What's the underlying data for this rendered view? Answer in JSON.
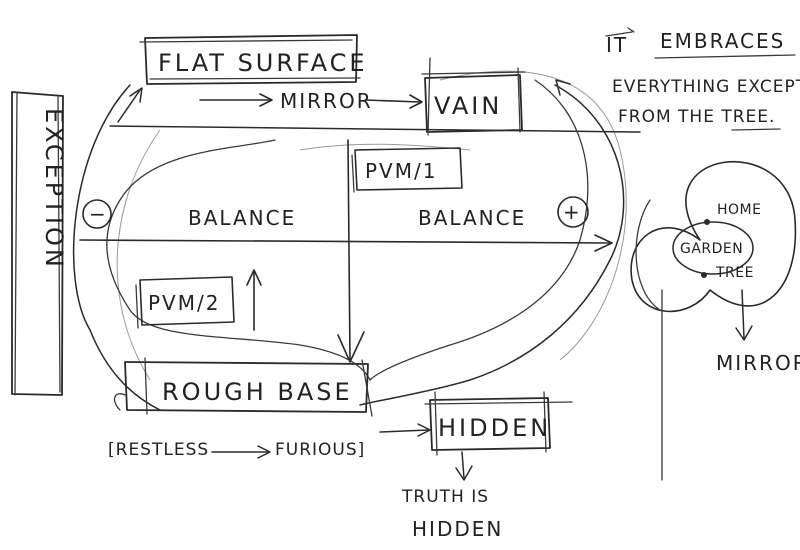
{
  "labels": {
    "flat_surface": "FLAT SURFACE",
    "mirror_top": "MIRROR",
    "vain": "VAIN",
    "it": "IT",
    "embraces": "EMBRACES",
    "everything_except": "EVERYTHING EXCEPT",
    "from_the_tree": "FROM THE TREE.",
    "exception": "EXCEPTION",
    "pvm1": "PVM/1",
    "minus": "−",
    "plus": "+",
    "balance_left": "BALANCE",
    "balance_right": "BALANCE",
    "home": "HOME",
    "garden": "GARDEN",
    "tree": "TREE",
    "mirror_right": "MIRROR",
    "pvm2": "PVM/2",
    "rough_base": "ROUGH BASE",
    "restless": "[RESTLESS",
    "furious": "FURIOUS]",
    "hidden": "HIDDEN",
    "truth_is": "TRUTH IS",
    "hidden_bottom": "HIDDEN"
  }
}
